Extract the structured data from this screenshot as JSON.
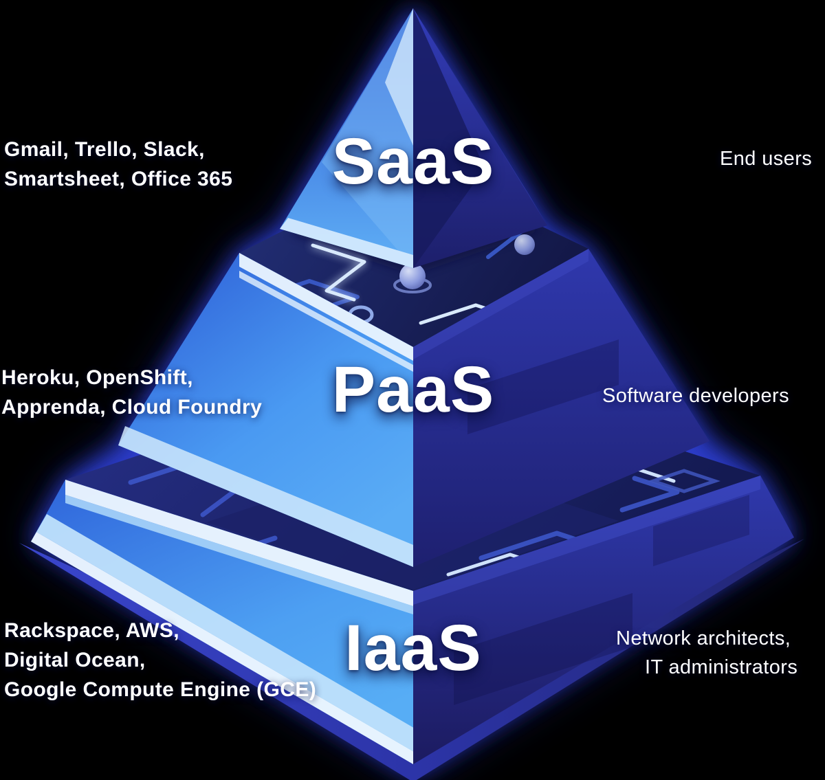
{
  "pyramid": {
    "tiers": [
      {
        "id": "saas",
        "label": "SaaS",
        "left_lines": [
          "Gmail, Trello, Slack,",
          "Smartsheet, Office 365"
        ],
        "right_lines": [
          "End users"
        ]
      },
      {
        "id": "paas",
        "label": "PaaS",
        "left_lines": [
          "Heroku, OpenShift,",
          "Apprenda, Cloud Foundry"
        ],
        "right_lines": [
          "Software developers"
        ]
      },
      {
        "id": "iaas",
        "label": "IaaS",
        "left_lines": [
          "Rackspace, AWS,",
          "Digital Ocean,",
          "Google Compute Engine (GCE)"
        ],
        "right_lines": [
          "Network architects,",
          "IT administrators"
        ]
      }
    ],
    "colors": {
      "background": "#000000",
      "glow": "#2b3bd0",
      "face_light_blue": "#57adf5",
      "face_dark_indigo": "#1e2173",
      "rim_highlight": "#d9edfd",
      "circuit_trace": "#3c55c8",
      "circuit_highlight": "#cfe2fb",
      "label_text": "#ffffff"
    }
  }
}
